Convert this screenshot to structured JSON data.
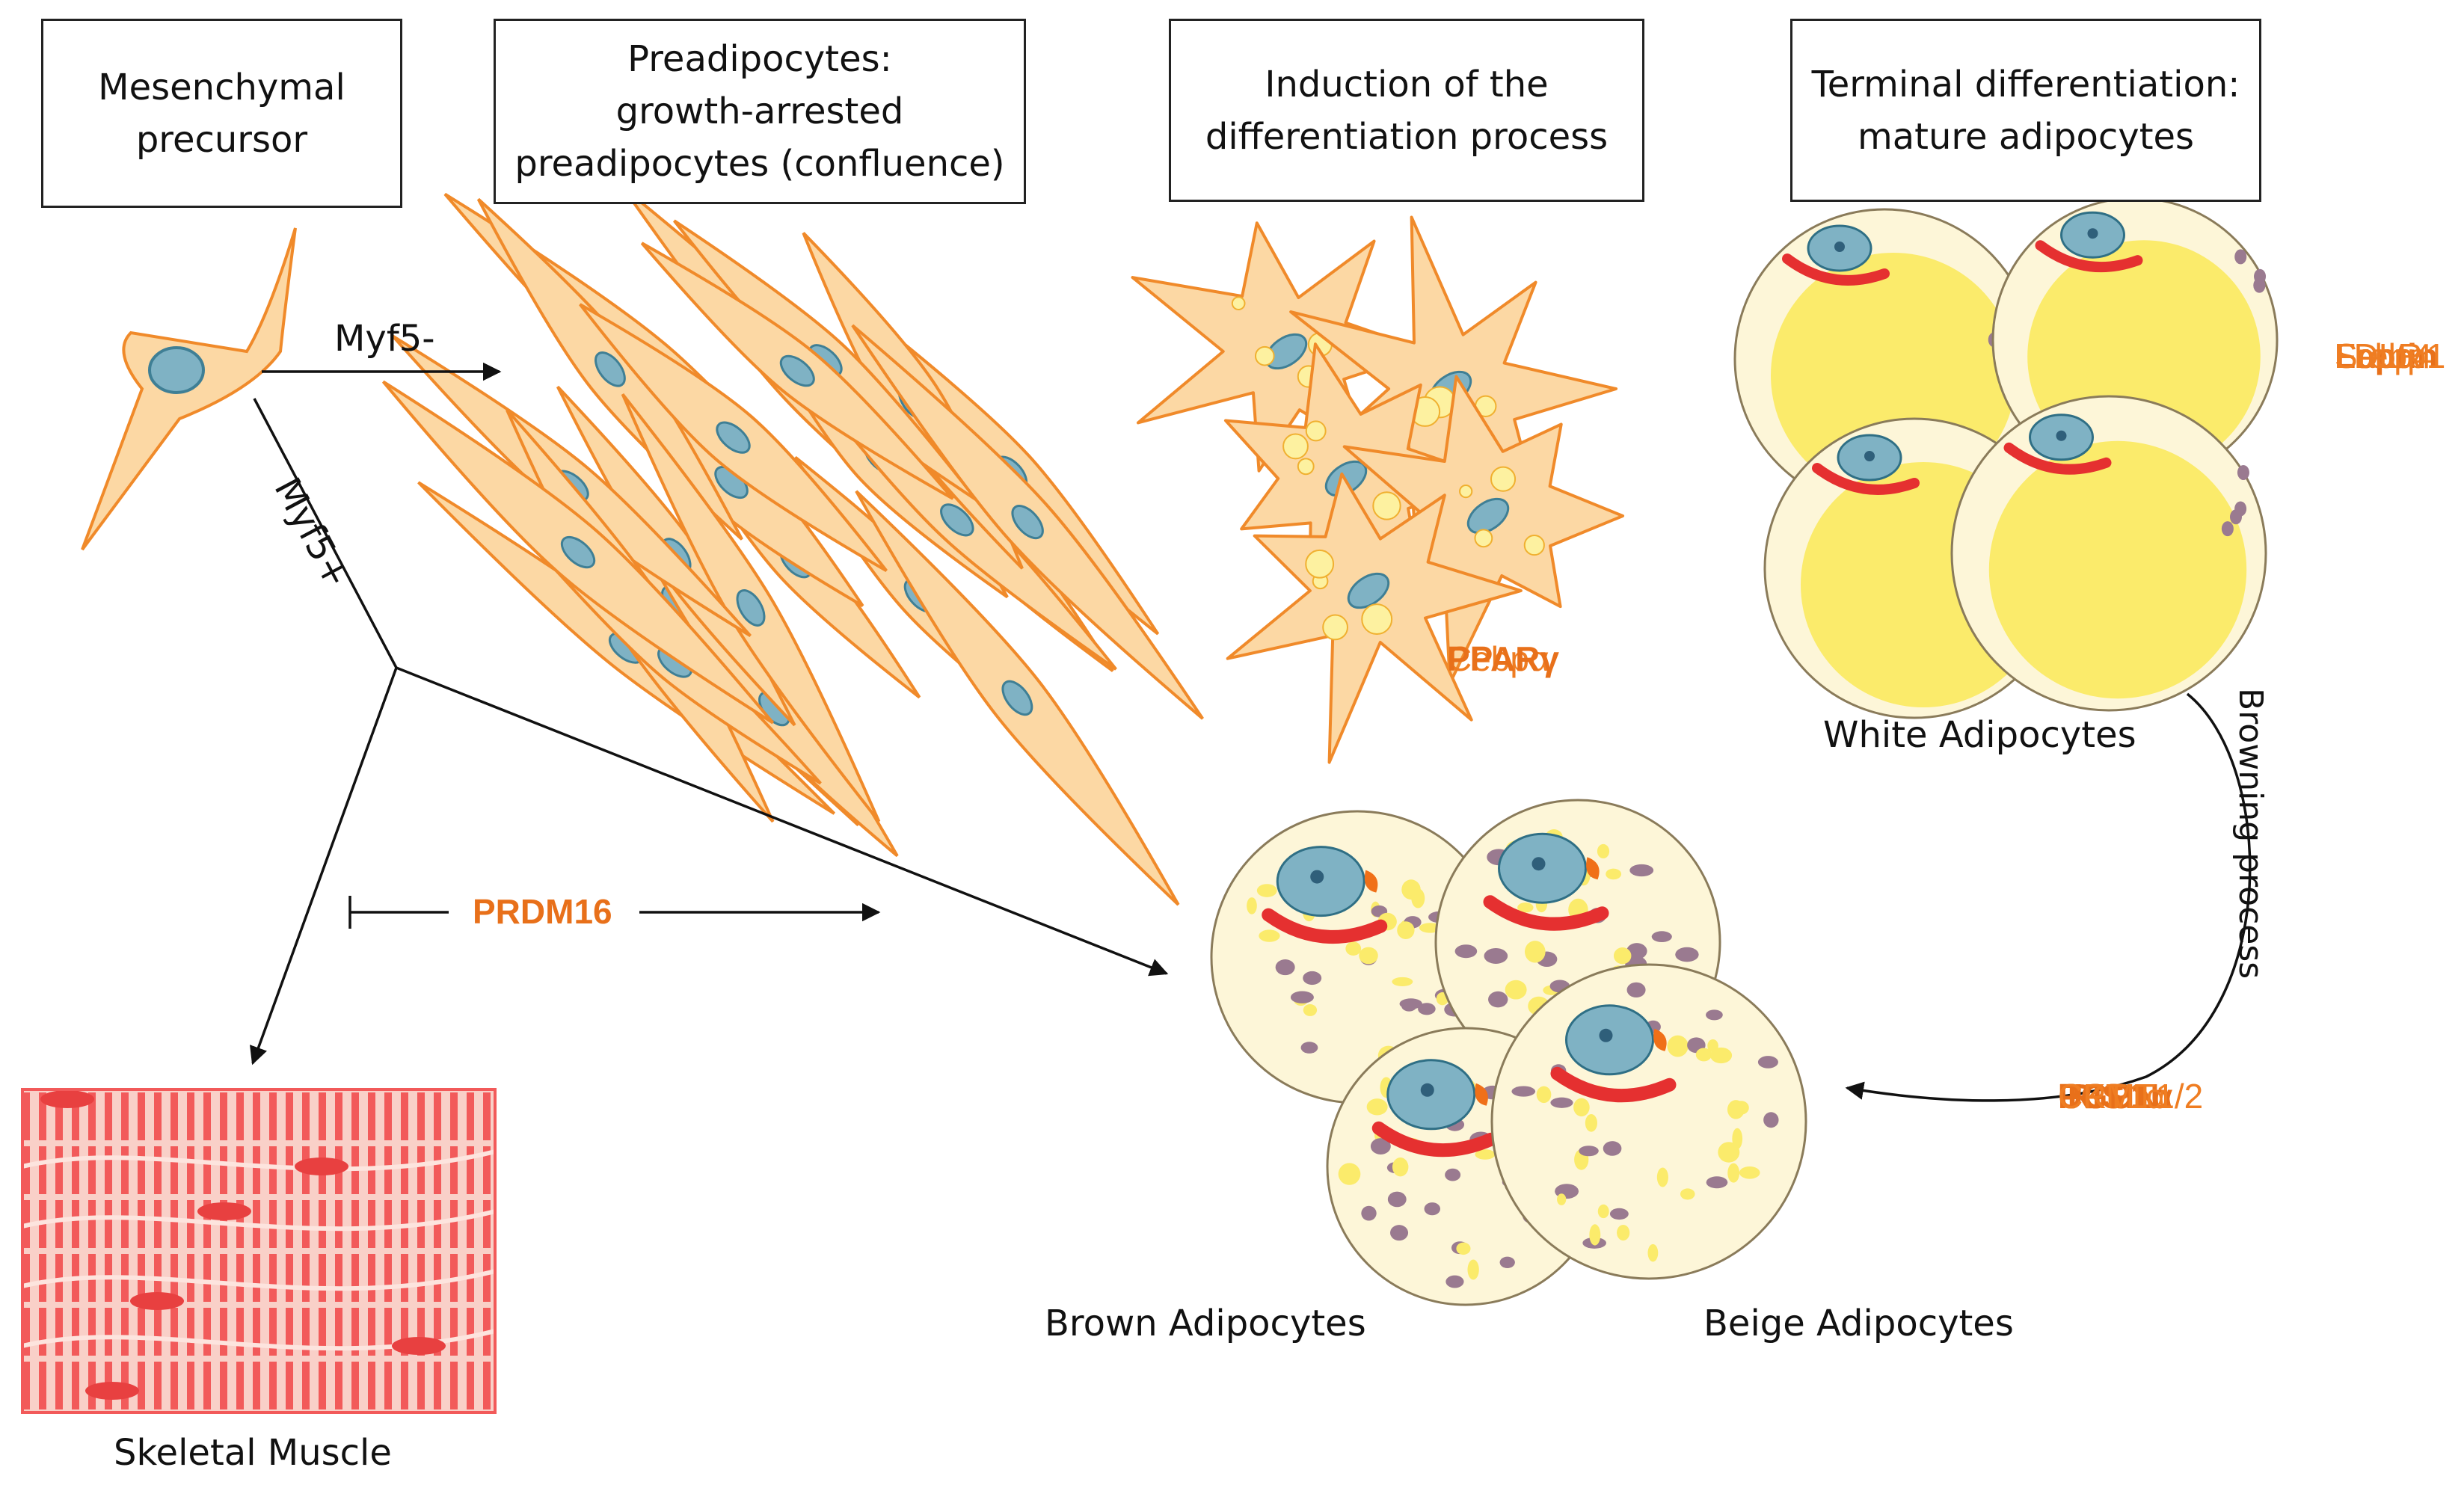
{
  "stage_boxes": {
    "mesenchymal": "Mesenchymal\nprecursor",
    "preadipocytes": "Preadipocytes:\ngrowth-arrested\npreadipocytes (confluence)",
    "induction": "Induction of the\ndifferentiation process",
    "terminal": "Terminal differentiation:\nmature adipocytes"
  },
  "arrows": {
    "myf5_minus": "Myf5-",
    "myf5_plus": "Myf5+",
    "prdm16": "PRDM16",
    "browning": "Browning process"
  },
  "cell_labels": {
    "white": "White Adipocytes",
    "brown": "Brown Adipocytes",
    "beige": "Beige Adipocytes",
    "muscle": "Skeletal Muscle"
  },
  "markers": {
    "induction": [
      "Cebpα",
      "PPARγ"
    ],
    "white": [
      "Leptin",
      "Fabp4",
      "LDLR",
      "Srebp1"
    ],
    "brown_beige": [
      "IRISIN",
      "UCP1",
      "PGC1α",
      "CPT1α",
      "CKMT1/2"
    ]
  },
  "colors": {
    "accent_orange": "#ef7d22",
    "cell_fill": "#fcd8a4",
    "cell_stroke": "#f08a2a",
    "nucleus": "#7fb2c4",
    "adipocyte_fill": "#fdf6d8",
    "lipid": "#fbeb6b",
    "muscle": "#f25a5a"
  }
}
